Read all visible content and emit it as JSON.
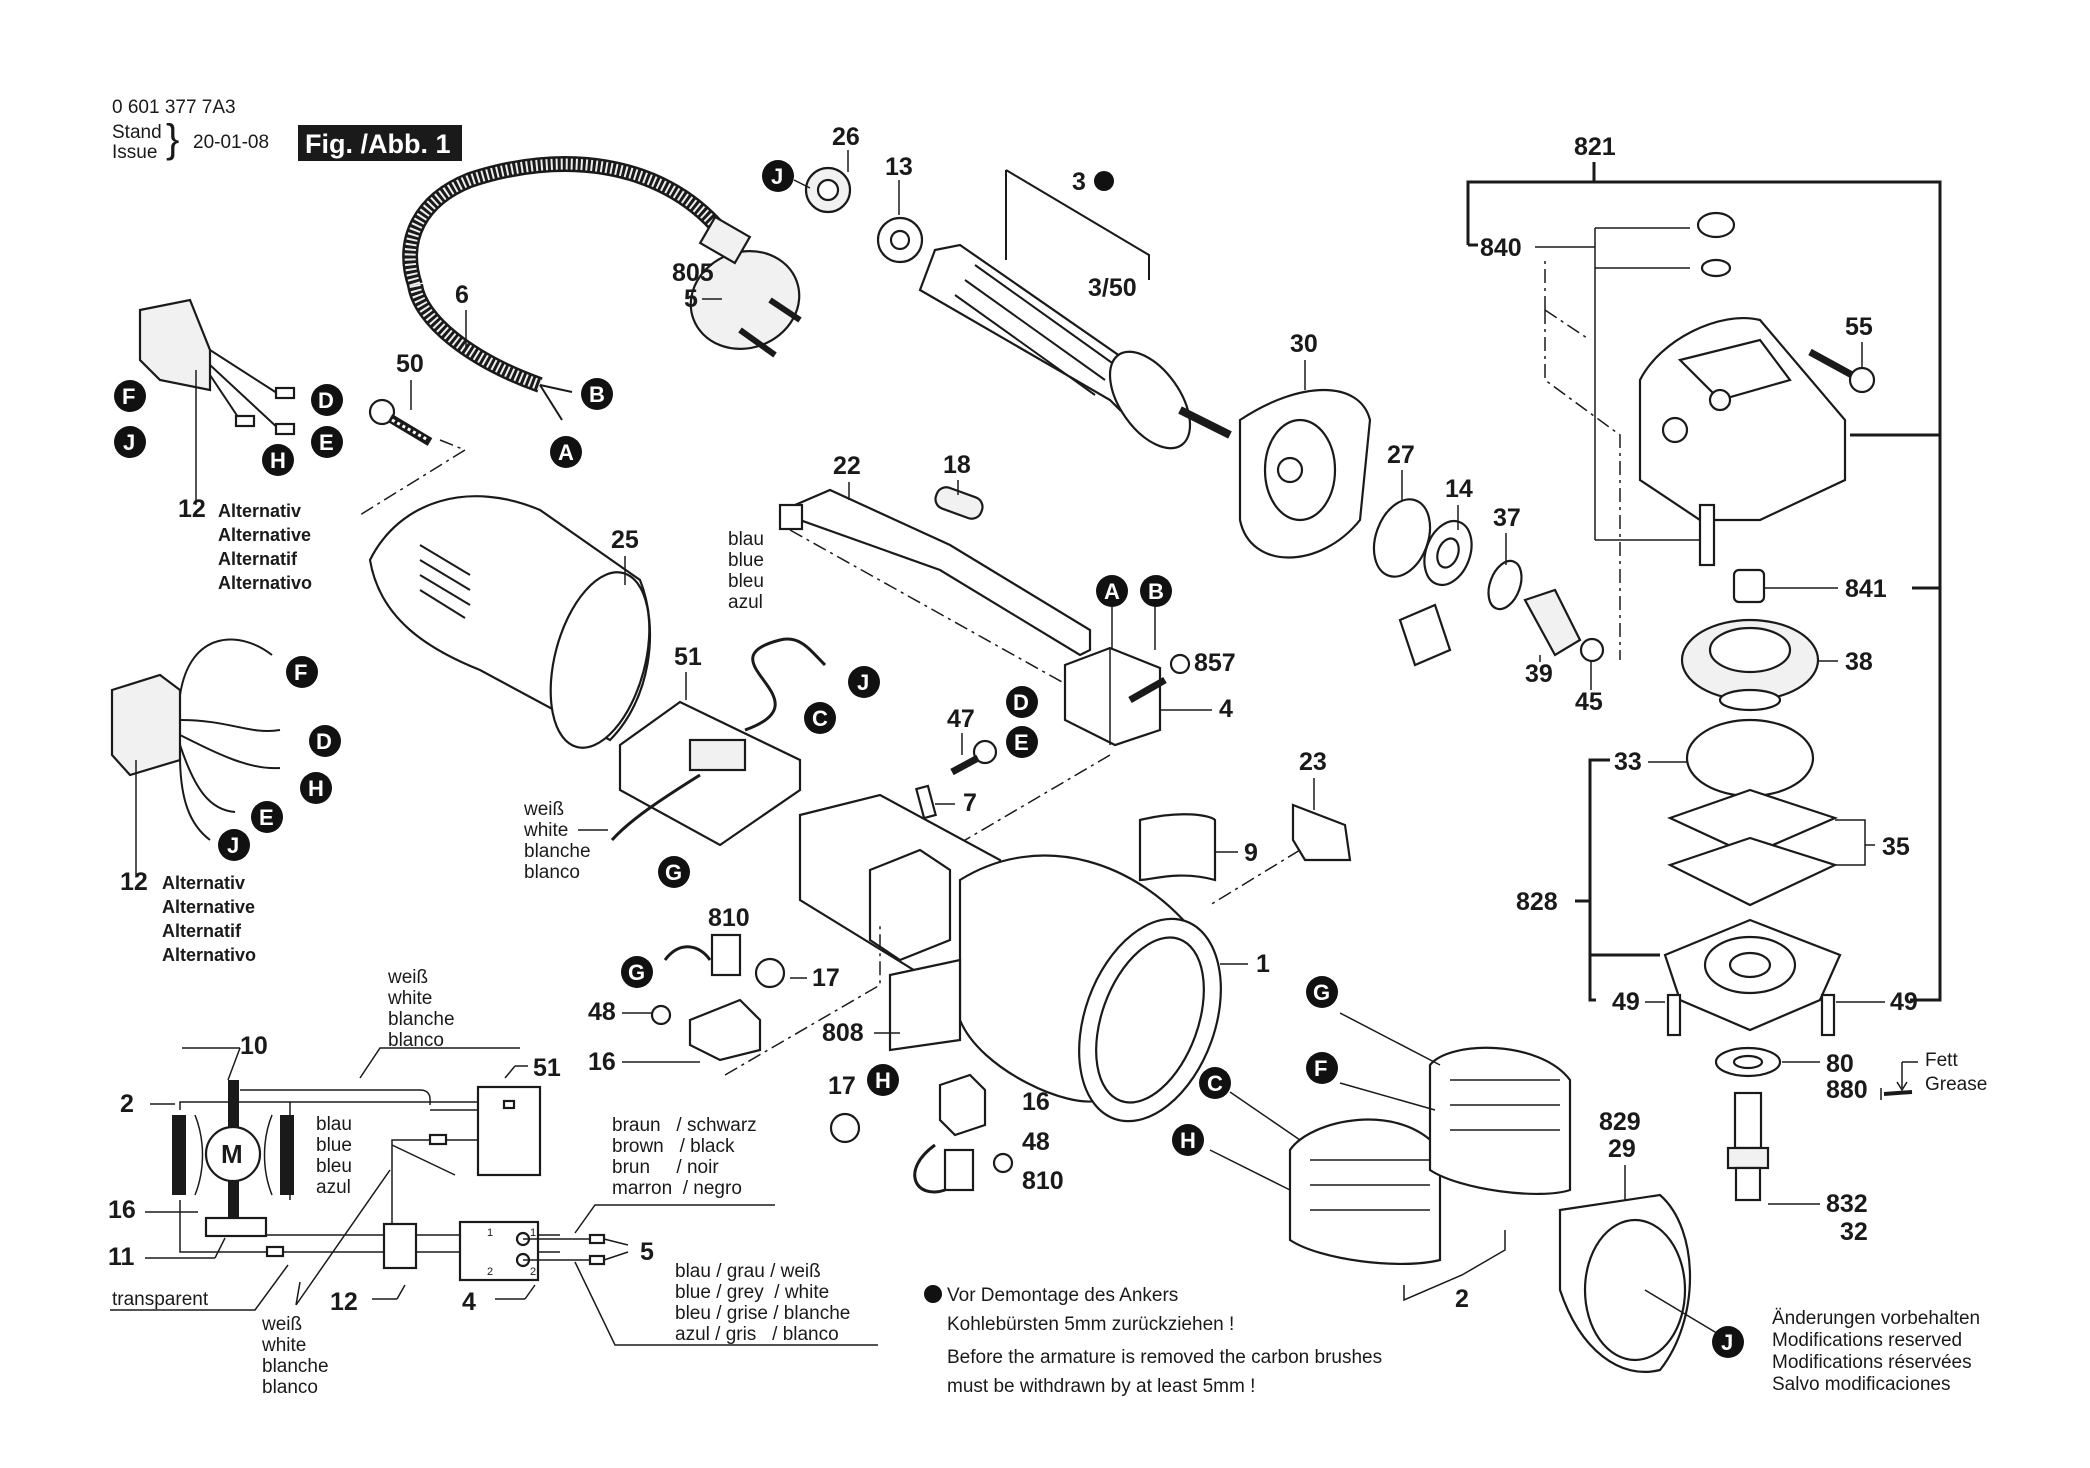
{
  "header": {
    "part_number": "0 601 377 7A3",
    "stand_label": "Stand",
    "issue_label": "Issue",
    "date": "20-01-08",
    "figure_label": "Fig. /Abb. 1"
  },
  "part_labels": {
    "p26": "26",
    "p13": "13",
    "p3": "3",
    "p3_50": "3/50",
    "p805": "805",
    "p5": "5",
    "p6": "6",
    "p50": "50",
    "p30": "30",
    "p27": "27",
    "p14": "14",
    "p37": "37",
    "p39": "39",
    "p45": "45",
    "p22": "22",
    "p18": "18",
    "p25": "25",
    "p51": "51",
    "p857": "857",
    "p4": "4",
    "p47": "47",
    "p7": "7",
    "p23": "23",
    "p9": "9",
    "p1": "1",
    "p810a": "810",
    "p17a": "17",
    "p48a": "48",
    "p16a": "16",
    "p808": "808",
    "p17b": "17",
    "p16b": "16",
    "p48b": "48",
    "p810b": "810",
    "p2": "2",
    "p829": "829",
    "p29": "29",
    "p821": "821",
    "p840": "840",
    "p55": "55",
    "p841": "841",
    "p38": "38",
    "p33": "33",
    "p35": "35",
    "p828": "828",
    "p49a": "49",
    "p49b": "49",
    "p80": "80",
    "p880": "880",
    "p832": "832",
    "p32": "32",
    "p12a": "12",
    "p12b": "12"
  },
  "connector_badges": {
    "J": "J",
    "A": "A",
    "B": "B",
    "C": "C",
    "D": "D",
    "E": "E",
    "F": "F",
    "G": "G",
    "H": "H"
  },
  "alternative_block": [
    "Alternativ",
    "Alternative",
    "Alternatif",
    "Alternativo"
  ],
  "wire_colors": {
    "blue": [
      "blau",
      "blue",
      "bleu",
      "azul"
    ],
    "white": [
      "weiß",
      "white",
      "blanche",
      "blanco"
    ],
    "brown_black": [
      "braun   / schwarz",
      "brown   / black",
      "brun     / noir",
      "marron  / negro"
    ],
    "blue_grey_white": [
      "blau / grau / weiß",
      "blue / grey  / white",
      "bleu / grise / blanche",
      "azul / gris   / blanco"
    ],
    "transparent": "transparent"
  },
  "schematic": {
    "motor_label": "M",
    "labels": {
      "p10": "10",
      "p2": "2",
      "p16": "16",
      "p11": "11",
      "p51": "51",
      "p12": "12",
      "p4": "4",
      "p5": "5"
    },
    "switch_terminals": [
      "1",
      "1",
      "2",
      "2"
    ]
  },
  "grease": {
    "de": "Fett",
    "en": "Grease"
  },
  "notes": {
    "de_line1": "Vor Demontage des Ankers",
    "de_line2": "Kohlebürsten 5mm zurückziehen !",
    "en_line1": "Before the armature is removed the carbon brushes",
    "en_line2": "must be withdrawn by at least 5mm !"
  },
  "disclaimer": [
    "Änderungen vorbehalten",
    "Modifications reserved",
    "Modifications réservées",
    "Salvo modificaciones"
  ]
}
